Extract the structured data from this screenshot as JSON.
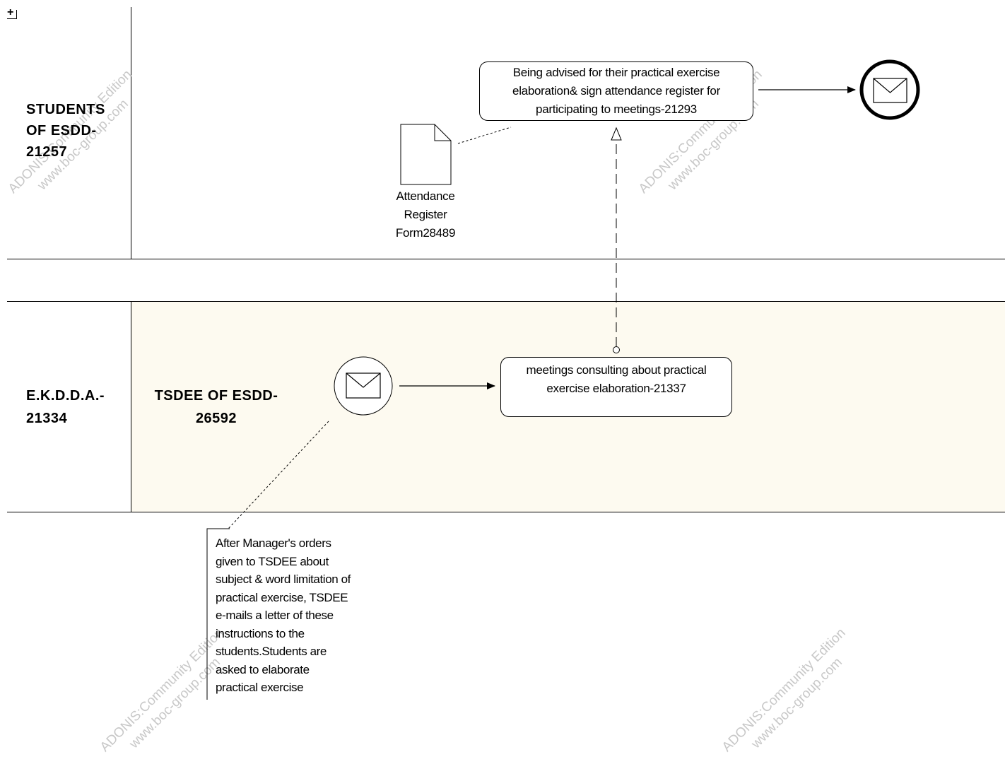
{
  "toolbar": {
    "expand_glyph": "+"
  },
  "pools": {
    "students": {
      "title_lines": [
        "STUDENTS",
        "OF ESDD-",
        "21257"
      ]
    },
    "ekdda": {
      "title_lines": [
        "E.K.D.D.A.-",
        "21334"
      ],
      "lane": {
        "title_lines": [
          "TSDEE OF ESDD-",
          "26592"
        ]
      }
    }
  },
  "tasks": {
    "being_advised": {
      "lines": [
        "Being advised for their practical exercise",
        "elaboration& sign attendance register for",
        "participating to meetings-21293"
      ]
    },
    "meetings_consulting": {
      "lines": [
        "meetings consulting about practical",
        "exercise elaboration-21337"
      ]
    }
  },
  "document": {
    "label_lines": [
      "Attendance",
      "Register",
      "Form28489"
    ]
  },
  "annotation": {
    "lines": [
      "After Manager's orders",
      "given to TSDEE about",
      "subject & word limitation of",
      "practical exercise, TSDEE",
      "e-mails a letter of these",
      "instructions to the",
      "students.Students are",
      "asked to elaborate",
      "practical exercise"
    ]
  },
  "events": {
    "start": {
      "icon": "envelope-icon",
      "type": "message-start"
    },
    "end": {
      "icon": "envelope-icon",
      "type": "message-end"
    }
  },
  "watermark": {
    "lines": [
      "ADONIS:Community Edition",
      "www.boc-group.com"
    ]
  },
  "colors": {
    "lane_fill": "#fdfaf0",
    "watermark": "#c8c8c8",
    "line": "#000000"
  }
}
